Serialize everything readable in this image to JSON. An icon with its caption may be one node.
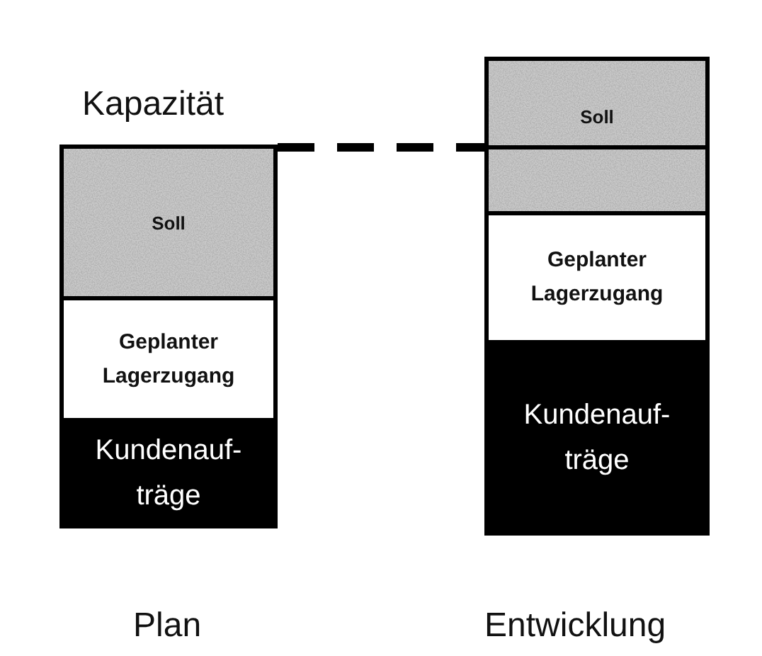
{
  "diagram": {
    "nodes": [
      {
        "text": [
          "Soll"
        ]
      },
      {
        "text": [
          "Geplanter Lagerzugang"
        ]
      },
      {
        "text": [
          "Kundenauf- träge"
        ]
      },
      {
        "text": [
          "Soll"
        ]
      },
      {
        "text": [
          "Geplanter Lagerzugang"
        ]
      },
      {
        "text": [
          "Kundenauf- träge"
        ]
      }
    ],
    "edges": [],
    "labels": [
      "Kapazität",
      "Plan",
      "Entwicklung"
    ]
  }
}
